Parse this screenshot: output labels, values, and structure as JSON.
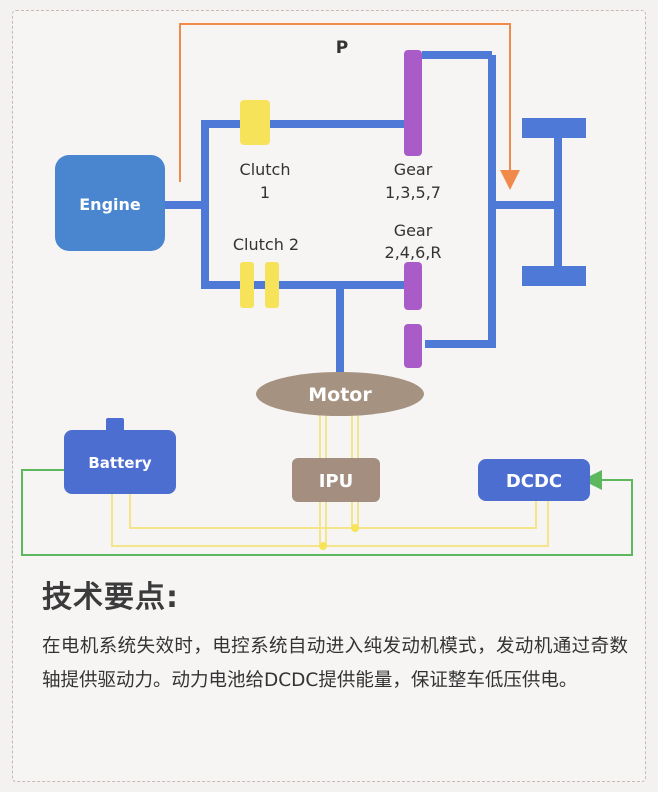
{
  "diagram": {
    "path_label": "P",
    "engine_label": "Engine",
    "clutch1_label_line1": "Clutch",
    "clutch1_label_line2": "1",
    "clutch2_label": "Clutch 2",
    "gear_odd_label_line1": "Gear",
    "gear_odd_label_line2": "1,3,5,7",
    "gear_even_label_line1": "Gear",
    "gear_even_label_line2": "2,4,6,R",
    "motor_label": "Motor",
    "battery_label": "Battery",
    "ipu_label": "IPU",
    "dcdc_label": "DCDC",
    "colors": {
      "shaft": "#4f79d6",
      "clutch": "#f7e35a",
      "gear": "#a95bc8",
      "engine": "#4a86cf",
      "battery": "#4c6ed1",
      "ipu": "#a38e80",
      "motor": "#a59280",
      "power_path": "#f08a4b",
      "low_voltage": "#5cb85c",
      "hv_wire": "#f4e48a"
    }
  },
  "notes": {
    "title": "技术要点:",
    "text": "在电机系统失效时，电控系统自动进入纯发动机模式，发动机通过奇数轴提供驱动力。动力电池给DCDC提供能量，保证整车低压供电。"
  }
}
